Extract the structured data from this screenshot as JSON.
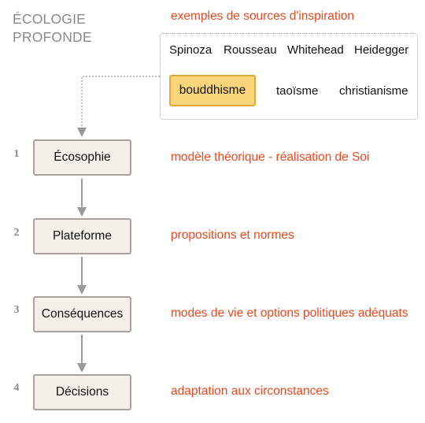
{
  "title": {
    "line1": "ÉCOLOGIE",
    "line2": "PROFONDE"
  },
  "sources_caption": "exemples de sources d'inspiration",
  "sources": {
    "row1": [
      "Spinoza",
      "Rousseau",
      "Whitehead",
      "Heidegger"
    ],
    "highlighted": "bouddhisme",
    "row2": [
      "taoïsme",
      "christianisme"
    ]
  },
  "levels": [
    {
      "number": "1",
      "label": "Écosophie",
      "description": "modèle théorique  -  réalisation de Soi"
    },
    {
      "number": "2",
      "label": "Plateforme",
      "description": "propositions et normes"
    },
    {
      "number": "3",
      "label": "Conséquences",
      "description": "modes de vie et options politiques adéquats"
    },
    {
      "number": "4",
      "label": "Décisions",
      "description": "adaptation aux circonstances"
    }
  ],
  "colors": {
    "accent": "#e8491f",
    "title_gray": "#8a8a8a",
    "box_fill": "#f4efe8",
    "box_border": "#a8a39c",
    "highlight_fill": "#fbd57a",
    "highlight_border": "#e3a93a",
    "arrow": "#9a9a9a"
  }
}
